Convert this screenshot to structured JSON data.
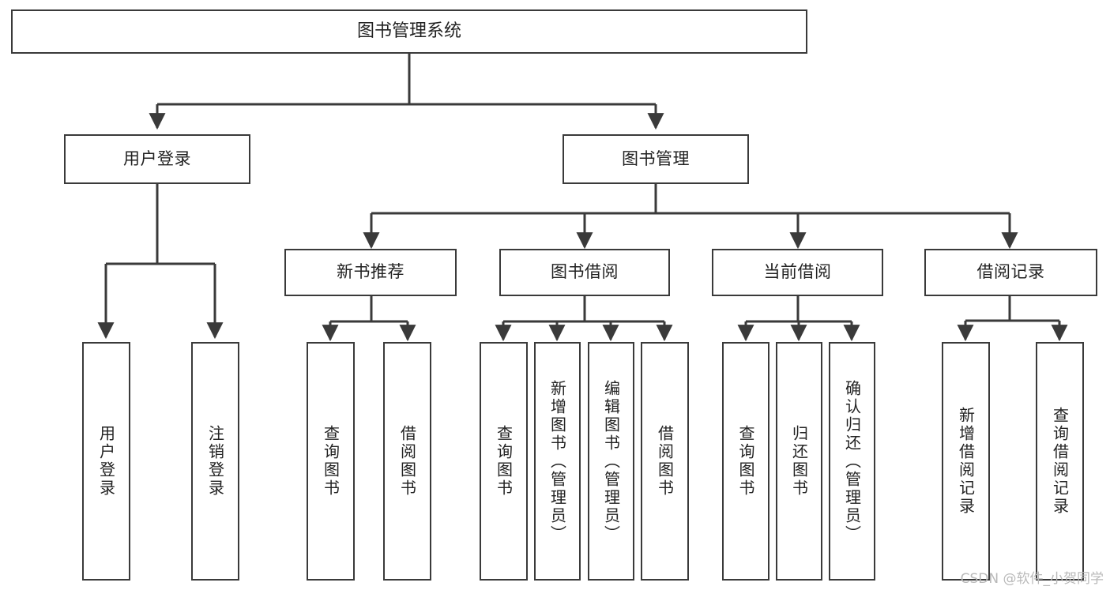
{
  "diagram": {
    "type": "tree-hierarchy",
    "title": "图书管理系统",
    "watermark": "CSDN @软件_小贺同学",
    "colors": {
      "stroke": "#3a3a3a",
      "box_fill": "#ffffff",
      "text": "#222222",
      "watermark": "#b9b9b9",
      "background": "#ffffff"
    },
    "nodes": {
      "root": {
        "label": "图书管理系统"
      },
      "level2": [
        {
          "label": "用户登录"
        },
        {
          "label": "图书管理"
        }
      ],
      "level3": [
        {
          "label": "新书推荐"
        },
        {
          "label": "图书借阅"
        },
        {
          "label": "当前借阅"
        },
        {
          "label": "借阅记录"
        }
      ],
      "leaves": {
        "user_login": [
          {
            "label": "用户登录"
          },
          {
            "label": "注销登录"
          }
        ],
        "new_book_recommend": [
          {
            "label": "查询图书"
          },
          {
            "label": "借阅图书"
          }
        ],
        "book_borrow": [
          {
            "label": "查询图书"
          },
          {
            "label": "新增图书（管理员）"
          },
          {
            "label": "编辑图书（管理员）"
          },
          {
            "label": "借阅图书"
          }
        ],
        "current_borrow": [
          {
            "label": "查询图书"
          },
          {
            "label": "归还图书"
          },
          {
            "label": "确认归还（管理员）"
          }
        ],
        "borrow_record": [
          {
            "label": "新增借阅记录"
          },
          {
            "label": "查询借阅记录"
          }
        ]
      }
    }
  }
}
